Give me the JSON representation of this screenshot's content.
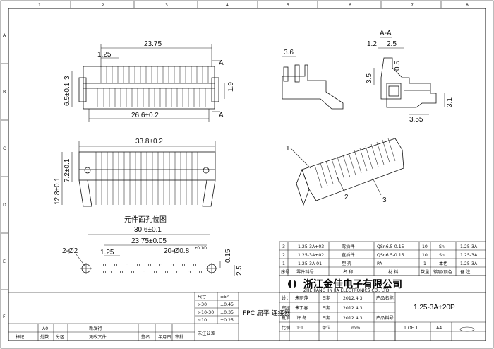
{
  "frame": {
    "top_numbers": [
      "1",
      "2",
      "3",
      "4",
      "5",
      "6",
      "7",
      "8"
    ],
    "side_letters": [
      "A",
      "B",
      "C",
      "D",
      "E",
      "F"
    ]
  },
  "top_view": {
    "dim_overall": "23.75",
    "dim_pitch": "1.25",
    "dim_height": "6.5±0.1",
    "dim_3": "3",
    "dim_base": "26.6±0.2",
    "dim_1_9": "1.9",
    "section_mark": "A"
  },
  "front_view": {
    "dim_width": "33.8±0.2",
    "dim_h1": "7.2±0.1",
    "dim_h2": "12.8±0.1"
  },
  "side_view": {
    "dim_3_6": "3.6"
  },
  "section_view": {
    "title": "A-A",
    "dim_1_2": "1.2",
    "dim_2_5": "2.5",
    "dim_0_5": "0.5",
    "dim_3_5": "3.5",
    "dim_3_1": "3.1",
    "dim_3_55": "3.55"
  },
  "iso_view": {
    "callouts": [
      "1",
      "2",
      "3"
    ]
  },
  "pcb_layout": {
    "title": "元件面孔位图",
    "dim_pitch_row": "30.6±0.1",
    "dim_span": "23.75±0.05",
    "dim_pitch": "1.25",
    "dim_holes": "20-Ø0.8",
    "dim_tol": "+0.1/0",
    "dim_peg": "2-Ø2",
    "dim_0_15": "0.15",
    "dim_2_5": "2.5"
  },
  "bom": {
    "rows": [
      [
        "3",
        "1.25-3A+03",
        "弯插件",
        "QSn6.5-0.15",
        "10",
        "Sn",
        "1.25-3A"
      ],
      [
        "2",
        "1.25-3A+02",
        "直插件",
        "QSn6.5-0.15",
        "10",
        "Sn",
        "1.25-3A"
      ],
      [
        "1",
        "1.25-3A 01",
        "塑  壳",
        "PA",
        "1",
        "本色",
        "1.25-3A"
      ]
    ],
    "header": [
      "序号",
      "零件料号",
      "名  称",
      "材  料",
      "数量",
      "镀层/颜色",
      "备  注"
    ]
  },
  "company": {
    "name_cn": "浙江金佳电子有限公司",
    "name_en": "ZHE  JIANG  JIN  JIA  ELECTRONICS  CO., LTD."
  },
  "title_block": {
    "tolerance_label": "尺寸",
    "tolerance_unit": "±5°",
    "tolerances": [
      [
        ">30",
        "±0.45"
      ],
      [
        ">10-30",
        "±0.35"
      ],
      [
        "~10",
        "±0.25"
      ]
    ],
    "product_type": "FPC 扁平 连接器",
    "designer_label": "设计",
    "designer": "朱丽萍",
    "designer_date_label": "日期",
    "designer_date": "2012.4.3",
    "checker_label": "审核",
    "checker": "朱丁春",
    "checker_date_label": "日期",
    "checker_date": "2012.4.3",
    "approver_label": "批准",
    "approver": "许 冬",
    "approver_date_label": "日期",
    "approver_date": "2012.4.3",
    "product_name_label": "产品名称",
    "product_name": "1.25-3A+20P",
    "product_code_label": "产品料号",
    "scale_label": "比例",
    "scale": "1:1",
    "unit_label": "单位",
    "unit": "mm",
    "sheet": "1 OF 1",
    "size": "A4",
    "rev_row": [
      "标记",
      "处数",
      "分区",
      "更改文件",
      "签名",
      "年月日"
    ],
    "rev_values": [
      "A0",
      "",
      "新发行"
    ],
    "rev_status_label": "审批",
    "rev_col_labels": [
      "签名",
      "日期",
      "日期"
    ],
    "stamp_label": "未注公差"
  }
}
